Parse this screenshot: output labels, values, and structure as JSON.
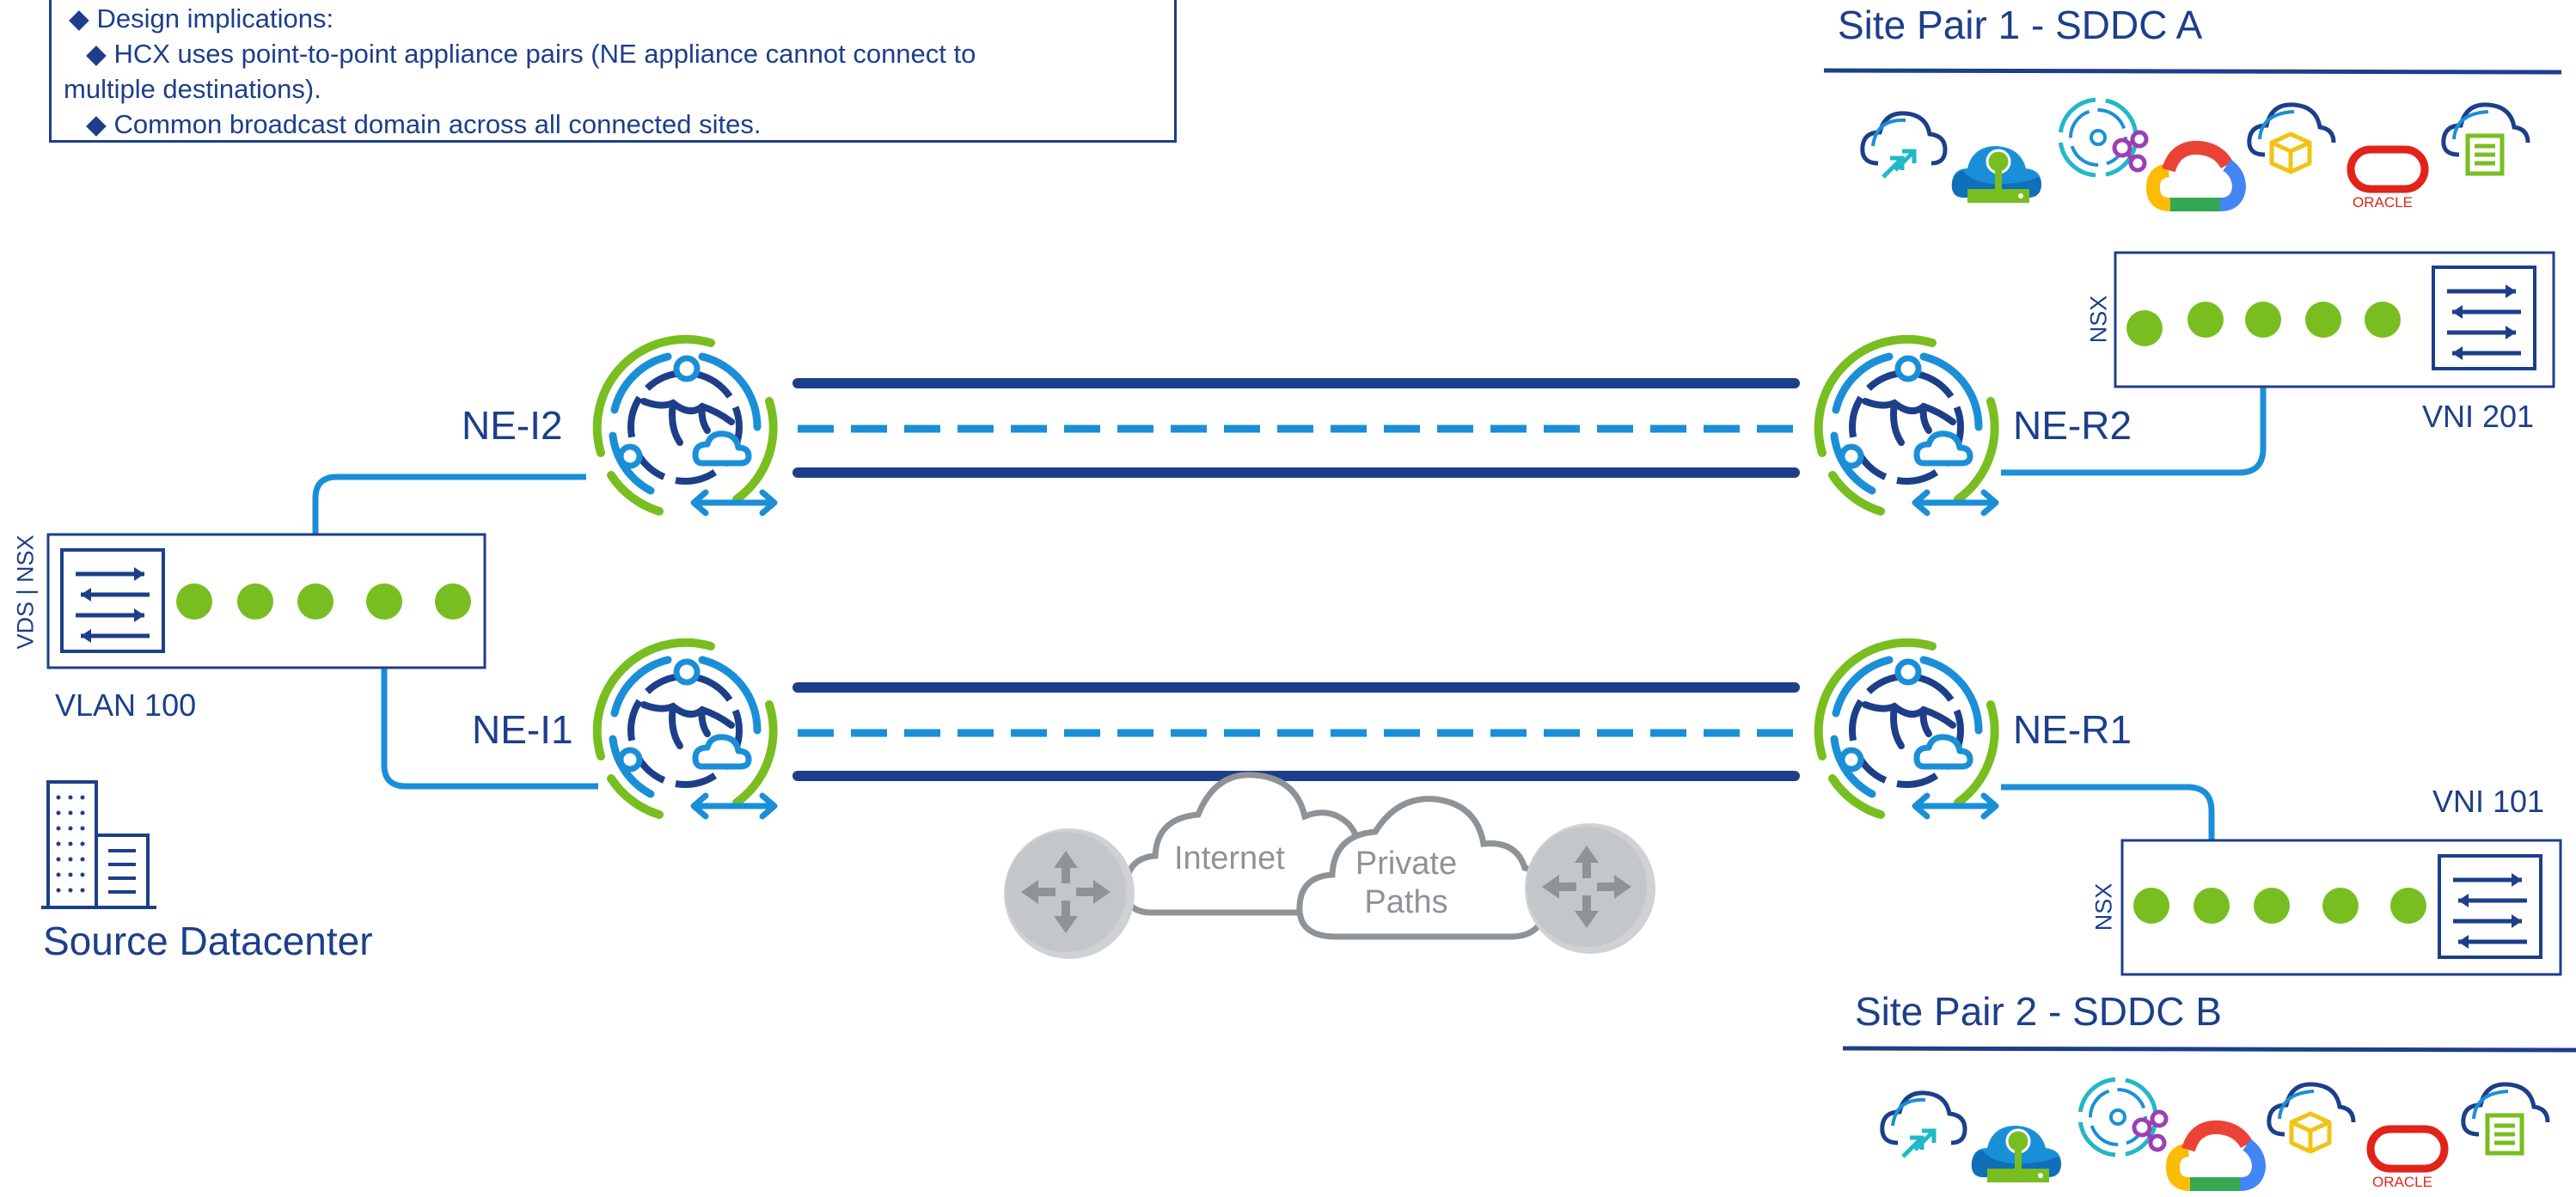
{
  "notes": {
    "heading": "Design implications:",
    "bullet_1_line_1": "HCX uses point-to-point appliance pairs (NE appliance cannot connect to",
    "bullet_1_line_2": "multiple destinations).",
    "bullet_2": "Common broadcast domain across all connected sites."
  },
  "site_pair_1": {
    "title": "Site Pair 1 - SDDC A",
    "switch_type": "NSX",
    "segment": "VNI 201"
  },
  "site_pair_2": {
    "title": "Site Pair 2 - SDDC B",
    "switch_type": "NSX",
    "segment": "VNI 101"
  },
  "source": {
    "title": "Source Datacenter",
    "switch_type": "VDS | NSX",
    "segment": "VLAN 100"
  },
  "appliances": {
    "ne_i2": "NE-I2",
    "ne_i1": "NE-I1",
    "ne_r2": "NE-R2",
    "ne_r1": "NE-R1"
  },
  "wan": {
    "internet": "Internet",
    "private_line_1": "Private",
    "private_line_2": "Paths"
  },
  "cloud_logos": [
    "cloud-migrate-icon",
    "azure-icon",
    "hcx-connect-icon",
    "google-cloud-icon",
    "cloud-package-icon",
    "oracle-icon",
    "cloud-server-icon"
  ],
  "oracle_label": "ORACLE",
  "colors": {
    "navy": "#1d3f8a",
    "blue": "#1a8fd8",
    "green": "#78be20",
    "gray": "#8e9397",
    "oracle_red": "#e2231a"
  }
}
